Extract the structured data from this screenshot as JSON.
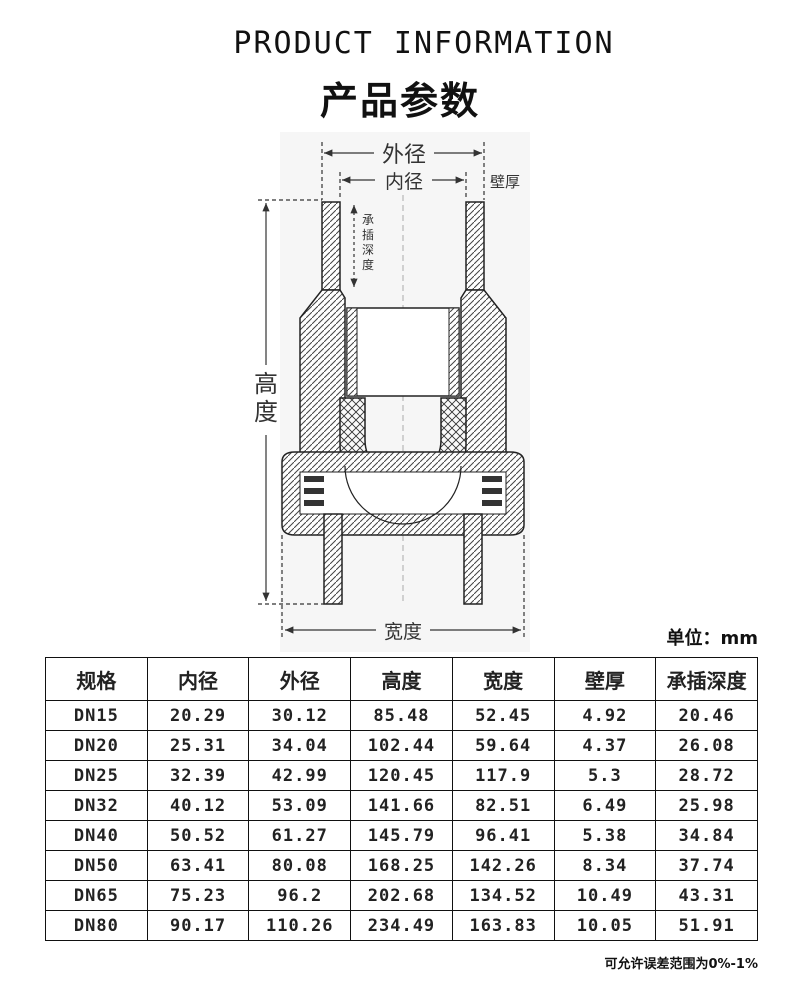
{
  "header": {
    "title_en": "PRODUCT INFORMATION",
    "title_cn": "产品参数"
  },
  "diagram": {
    "label_outer_diameter": "外径",
    "label_inner_diameter": "内径",
    "label_wall_thickness": "壁厚",
    "label_socket_depth_chars": [
      "承",
      "插",
      "深",
      "度"
    ],
    "label_height_chars": [
      "高",
      "度"
    ],
    "label_width": "宽度"
  },
  "unit_label": "单位：mm",
  "table": {
    "headers": [
      "规格",
      "内径",
      "外径",
      "高度",
      "宽度",
      "壁厚",
      "承插深度"
    ],
    "rows": [
      [
        "DN15",
        "20.29",
        "30.12",
        "85.48",
        "52.45",
        "4.92",
        "20.46"
      ],
      [
        "DN20",
        "25.31",
        "34.04",
        "102.44",
        "59.64",
        "4.37",
        "26.08"
      ],
      [
        "DN25",
        "32.39",
        "42.99",
        "120.45",
        "117.9",
        "5.3",
        "28.72"
      ],
      [
        "DN32",
        "40.12",
        "53.09",
        "141.66",
        "82.51",
        "6.49",
        "25.98"
      ],
      [
        "DN40",
        "50.52",
        "61.27",
        "145.79",
        "96.41",
        "5.38",
        "34.84"
      ],
      [
        "DN50",
        "63.41",
        "80.08",
        "168.25",
        "142.26",
        "8.34",
        "37.74"
      ],
      [
        "DN65",
        "75.23",
        "96.2",
        "202.68",
        "134.52",
        "10.49",
        "43.31"
      ],
      [
        "DN80",
        "90.17",
        "110.26",
        "234.49",
        "163.83",
        "10.05",
        "51.91"
      ]
    ]
  },
  "footnote": "可允许误差范围为0%-1%"
}
